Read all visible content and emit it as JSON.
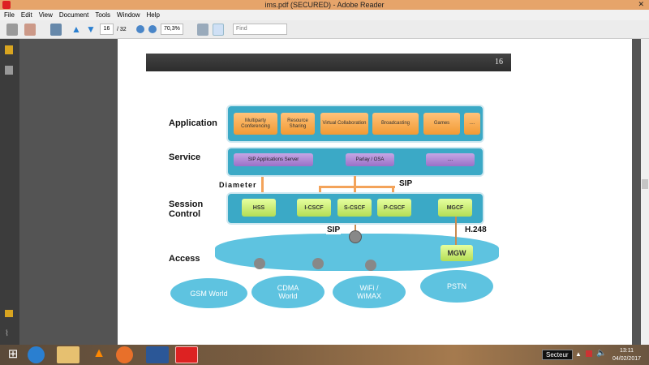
{
  "window": {
    "title": "ims.pdf (SECURED) - Adobe Reader"
  },
  "menu": [
    "File",
    "Edit",
    "View",
    "Document",
    "Tools",
    "Window",
    "Help"
  ],
  "toolbar": {
    "page_current": "16",
    "page_total": "/ 32",
    "zoom": "70,3%",
    "find_placeholder": "Find"
  },
  "slide": {
    "page_number": "16",
    "layers": {
      "application": "Application",
      "service": "Service",
      "session": "Session Control",
      "access": "Access"
    },
    "apps": [
      "Multiparty Conferencing",
      "Resource Sharing",
      "Virtual Collaboration",
      "Broadcasting",
      "Games",
      "...."
    ],
    "services": [
      "SIP Applications Server",
      "Parlay / OSA",
      "...."
    ],
    "session_nodes": [
      "HSS",
      "I-CSCF",
      "S-CSCF",
      "P-CSCF",
      "MGCF"
    ],
    "protocols": {
      "diameter": "Diameter",
      "sip_top": "SIP",
      "sip_bottom": "SIP",
      "h248": "H.248"
    },
    "mgw": "MGW",
    "access_networks": [
      "GSM World",
      "CDMA World",
      "WiFi / WiMAX",
      "PSTN"
    ]
  },
  "taskbar": {
    "tooltip": "Secteur",
    "time": "13:11",
    "date": "04/02/2017"
  }
}
